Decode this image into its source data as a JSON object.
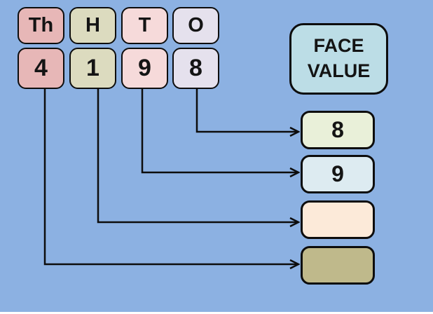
{
  "canvas": {
    "background_color": "#8cb1e2",
    "connector_color": "#0d0d0d",
    "border_color": "#0d0d0d",
    "text_color": "#141414"
  },
  "place_value_columns": [
    {
      "label": "Th",
      "digit": "4",
      "color": "#e7b7b7",
      "place": "thousands"
    },
    {
      "label": "H",
      "digit": "1",
      "color": "#dcdbbf",
      "place": "hundreds"
    },
    {
      "label": "T",
      "digit": "9",
      "color": "#f6dada",
      "place": "tens"
    },
    {
      "label": "O",
      "digit": "8",
      "color": "#e5e1ed",
      "place": "ones"
    }
  ],
  "face_value_box": {
    "label": "FACE VALUE",
    "color": "#bcdde6"
  },
  "results": [
    {
      "value": "8",
      "color": "#e9f0d9",
      "from_place": "ones"
    },
    {
      "value": "9",
      "color": "#ddebf1",
      "from_place": "tens"
    },
    {
      "value": "",
      "color": "#fcead9",
      "from_place": "hundreds"
    },
    {
      "value": "",
      "color": "#bfb98b",
      "from_place": "thousands"
    }
  ]
}
